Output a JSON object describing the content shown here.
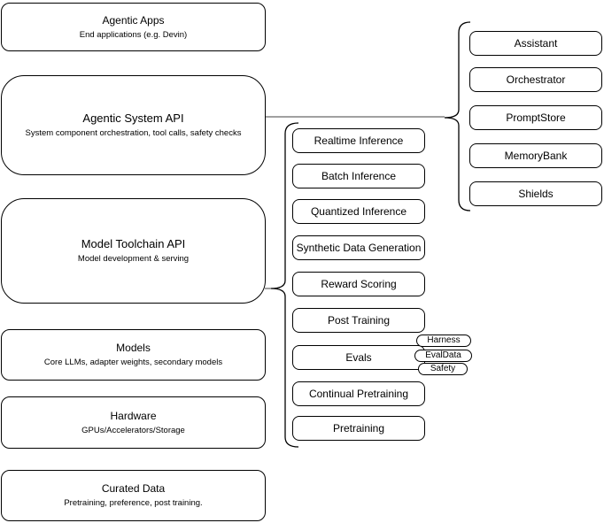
{
  "layers": [
    {
      "title": "Agentic Apps",
      "subtitle": "End applications (e.g. Devin)"
    },
    {
      "title": "Agentic System API",
      "subtitle": "System component orchestration, tool calls, safety checks"
    },
    {
      "title": "Model Toolchain API",
      "subtitle": "Model development & serving"
    },
    {
      "title": "Models",
      "subtitle": "Core LLMs, adapter weights, secondary models"
    },
    {
      "title": "Hardware",
      "subtitle": "GPUs/Accelerators/Storage"
    },
    {
      "title": "Curated Data",
      "subtitle": "Pretraining, preference, post training."
    }
  ],
  "toolchain_components": [
    "Realtime Inference",
    "Batch Inference",
    "Quantized Inference",
    "Synthetic Data Generation",
    "Reward Scoring",
    "Post Training",
    "Evals",
    "Continual Pretraining",
    "Pretraining"
  ],
  "evals_tags": [
    "Harness",
    "EvalData",
    "Safety"
  ],
  "system_components": [
    "Assistant",
    "Orchestrator",
    "PromptStore",
    "MemoryBank",
    "Shields"
  ],
  "colors": {
    "node_fill": "#ffffff",
    "node_border": "#000000",
    "text": "#000000",
    "connector": "#808080"
  }
}
